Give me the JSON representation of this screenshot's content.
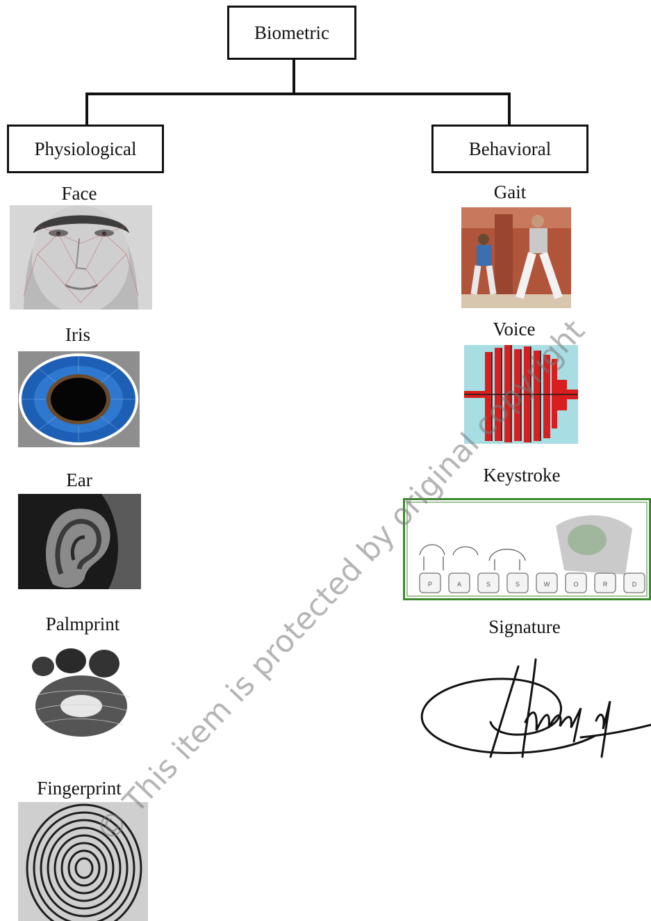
{
  "root": {
    "label": "Biometric"
  },
  "categories": [
    {
      "id": "physiological",
      "label": "Physiological",
      "items": [
        {
          "id": "face",
          "label": "Face",
          "image_icon": "face-photo-icon"
        },
        {
          "id": "iris",
          "label": "Iris",
          "image_icon": "iris-photo-icon"
        },
        {
          "id": "ear",
          "label": "Ear",
          "image_icon": "ear-photo-icon"
        },
        {
          "id": "palmprint",
          "label": "Palmprint",
          "image_icon": "palmprint-photo-icon"
        },
        {
          "id": "fingerprint",
          "label": "Fingerprint",
          "image_icon": "fingerprint-photo-icon"
        }
      ]
    },
    {
      "id": "behavioral",
      "label": "Behavioral",
      "items": [
        {
          "id": "gait",
          "label": "Gait",
          "image_icon": "gait-photo-icon"
        },
        {
          "id": "voice",
          "label": "Voice",
          "image_icon": "voice-waveform-icon"
        },
        {
          "id": "keystroke",
          "label": "Keystroke",
          "image_icon": "keystroke-diagram-icon"
        },
        {
          "id": "signature",
          "label": "Signature",
          "image_icon": "signature-drawing-icon"
        }
      ]
    }
  ],
  "keystroke_keys": [
    "P",
    "A",
    "S",
    "S",
    "W",
    "O",
    "R",
    "D"
  ],
  "watermark": "© This item is protected by original copyright",
  "colors": {
    "line": "#111111",
    "keystroke_frame": "#3c8a2e",
    "voice_wave": "#d81e1e",
    "voice_bg": "#a8dde3",
    "iris_blue": "#1d5fb5"
  }
}
